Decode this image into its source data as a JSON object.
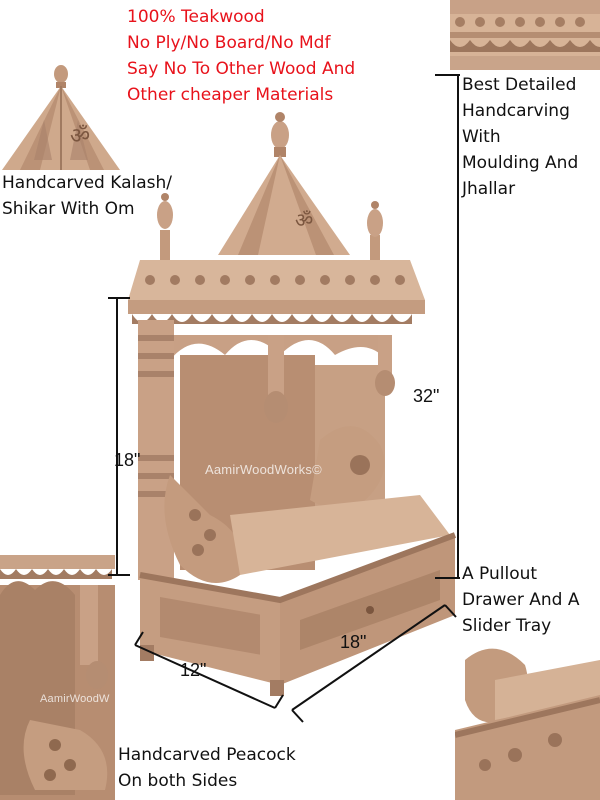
{
  "promo": {
    "lines": [
      "100% Teakwood",
      "No Ply/No Board/No Mdf",
      "Say No To Other Wood And",
      "Other cheaper Materials"
    ],
    "color": "#e8121b"
  },
  "callouts": {
    "kalash": [
      "Handcarved Kalash/",
      "Shikar With Om"
    ],
    "carving": [
      "Best Detailed",
      "Handcarving",
      "With",
      "Moulding And",
      "Jhallar"
    ],
    "drawer": [
      "A Pullout",
      "Drawer And A",
      "Slider Tray"
    ],
    "peacock": [
      "Handcarved Peacock",
      "On both Sides"
    ]
  },
  "dimensions": {
    "height_total": "32\"",
    "height_inner": "18\"",
    "width": "12\"",
    "depth": "18\""
  },
  "watermark": {
    "main": "AamirWoodWorks©",
    "inset": "AamirWoodW"
  },
  "colors": {
    "wood_light": "#d9b59a",
    "wood_mid": "#c39a7d",
    "wood_dark": "#8a6450",
    "wood_shadow": "#6e4c3a"
  },
  "icons": [
    "om-symbol-icon",
    "peacock-icon"
  ]
}
